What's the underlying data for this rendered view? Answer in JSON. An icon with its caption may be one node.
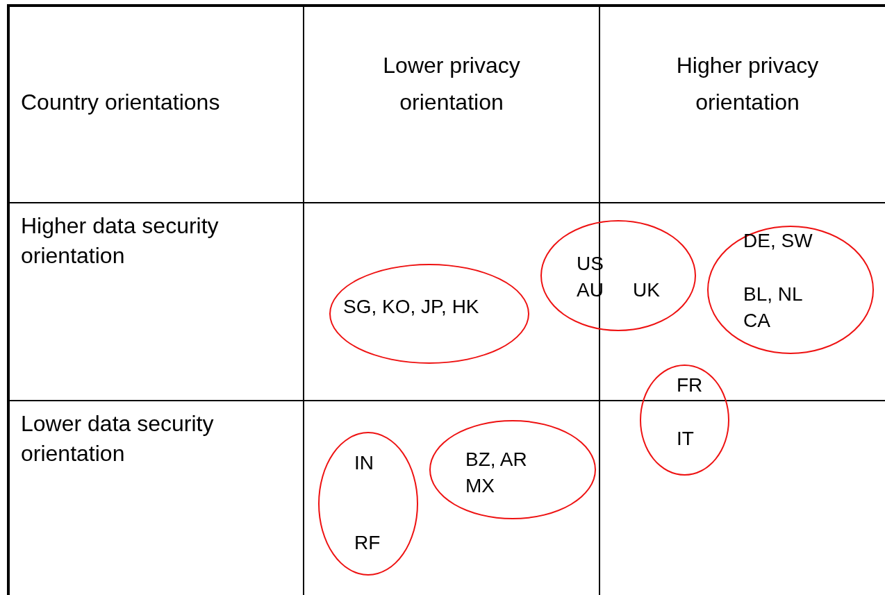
{
  "diagram": {
    "nodes": [
      {
        "text": [
          "SG, KO, JP, HK"
        ]
      },
      {
        "text": [
          "US",
          "AU",
          "UK"
        ]
      },
      {
        "text": [
          "DE, SW",
          "BL, NL CA"
        ]
      },
      {
        "text": [
          "FR",
          "IT"
        ]
      },
      {
        "text": [
          "IN",
          "RF"
        ]
      },
      {
        "text": [
          "BZ, AR MX"
        ]
      }
    ],
    "labels": [
      "Country orientations",
      "Lower privacy orientation",
      "Higher privacy orientation",
      "Higher data security orientation",
      "Lower data security orientation"
    ]
  }
}
